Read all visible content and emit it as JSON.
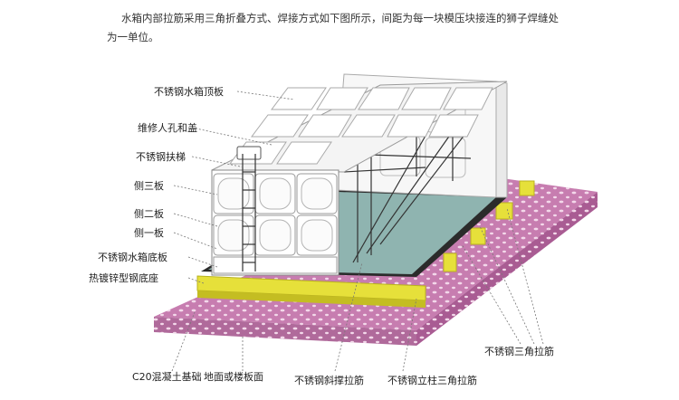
{
  "intro": {
    "line1": "水箱内部拉筋采用三角折叠方式、焊接方式如下图所示，间距为每一块模压块接连的狮子焊缝处",
    "line2": "为一单位。"
  },
  "labels": {
    "top_panel": "不锈钢水箱顶板",
    "manhole": "维修人孔和盖",
    "ladder": "不锈钢扶梯",
    "side3": "侧三板",
    "side2": "侧二板",
    "side1": "侧一板",
    "bottom_panel": "不锈钢水箱底板",
    "steel_base": "热镀锌型钢底座",
    "foundation": "C20混凝土基础",
    "floor": "地面或楼板面",
    "diagonal_brace": "不锈钢斜撑拉筋",
    "column_brace": "不锈钢立柱三角拉筋",
    "triangle_brace": "不锈钢三角拉筋"
  },
  "colors": {
    "foundation": "#c77db0",
    "foundation_dark": "#a95c93",
    "beam": "#e6e03a",
    "beam_dark": "#b9b21f",
    "water": "#8fb4b0",
    "panel": "#ffffff",
    "panel_stroke": "#9a9a9a",
    "leader": "#777777"
  }
}
